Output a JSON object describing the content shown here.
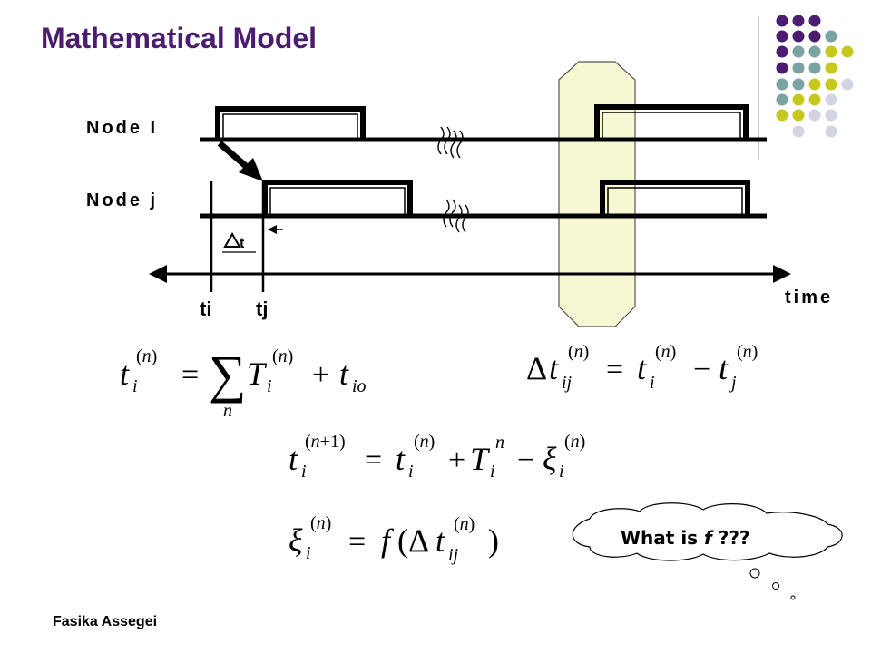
{
  "slide": {
    "title": "Mathematical Model",
    "author": "Fasika Assegei"
  },
  "colors": {
    "title": "#4a1d6f",
    "highlight_fill": "#f8f7d4",
    "dot_purple": "#4a1d6f",
    "dot_teal": "#7aa3a3",
    "dot_olive": "#c6c81e",
    "dot_lavender": "#d3d3e6"
  },
  "timing": {
    "node_i_label": "Node I",
    "node_j_label": "Node j",
    "delta_label": "t",
    "ti_label": "ti",
    "tj_label": "tj",
    "time_label": "time"
  },
  "thought": {
    "prefix": "What is ",
    "var": "f",
    "suffix": " ???"
  }
}
